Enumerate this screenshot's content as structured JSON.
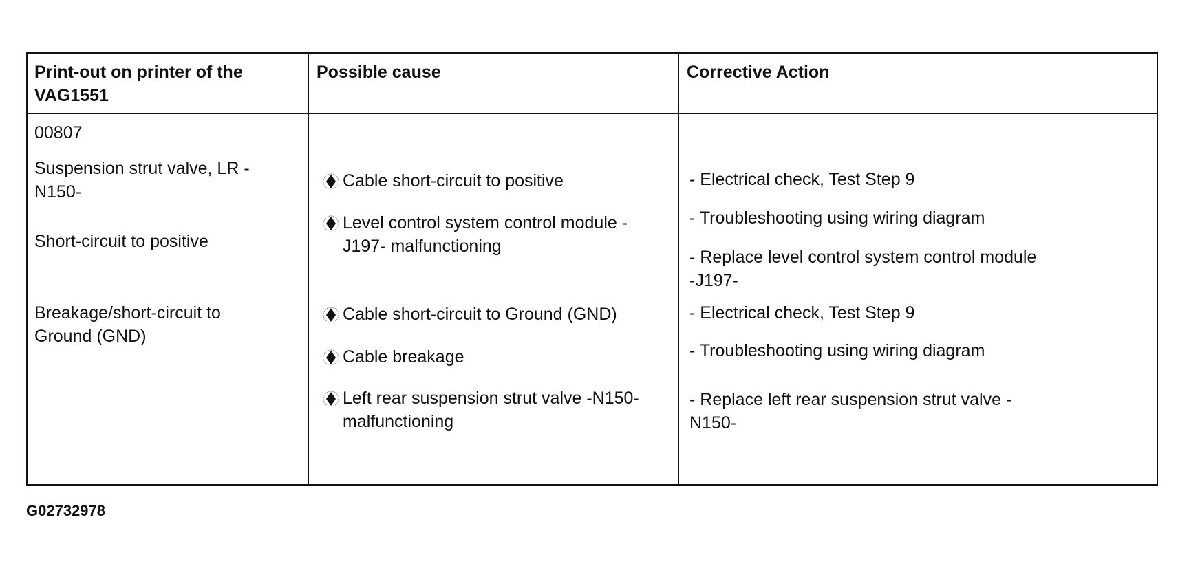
{
  "table": {
    "headers": {
      "col1_line1": "Print-out on printer of the",
      "col1_line2": "VAG1551",
      "col2": "Possible cause",
      "col3": "Corrective Action"
    },
    "printout": {
      "code": "00807",
      "component_line1": "Suspension strut valve, LR -",
      "component_line2": "N150-",
      "fault_1": "Short-circuit to positive",
      "fault_2_line1": "Breakage/short-circuit to",
      "fault_2_line2": "Ground (GND)"
    },
    "causes": [
      {
        "lines": [
          "Cable short-circuit to positive"
        ]
      },
      {
        "lines": [
          "Level control system control module -",
          "J197- malfunctioning"
        ]
      },
      {
        "lines": [
          "Cable short-circuit to Ground (GND)"
        ]
      },
      {
        "lines": [
          "Cable breakage"
        ]
      },
      {
        "lines": [
          "Left rear suspension strut valve -N150-",
          "malfunctioning"
        ]
      }
    ],
    "actions": [
      {
        "lines": [
          "- Electrical check, Test Step 9"
        ]
      },
      {
        "lines": [
          "- Troubleshooting using wiring diagram"
        ]
      },
      {
        "lines": [
          "- Replace level control system control module",
          "-J197-"
        ]
      },
      {
        "lines": [
          "- Electrical check, Test Step 9"
        ]
      },
      {
        "lines": [
          "- Troubleshooting using wiring diagram"
        ]
      },
      {
        "lines": [
          "- Replace left rear suspension strut valve -",
          "N150-"
        ]
      }
    ]
  },
  "figure_id": "G02732978",
  "icons": {
    "bullet": "diamond-bullet-icon"
  }
}
